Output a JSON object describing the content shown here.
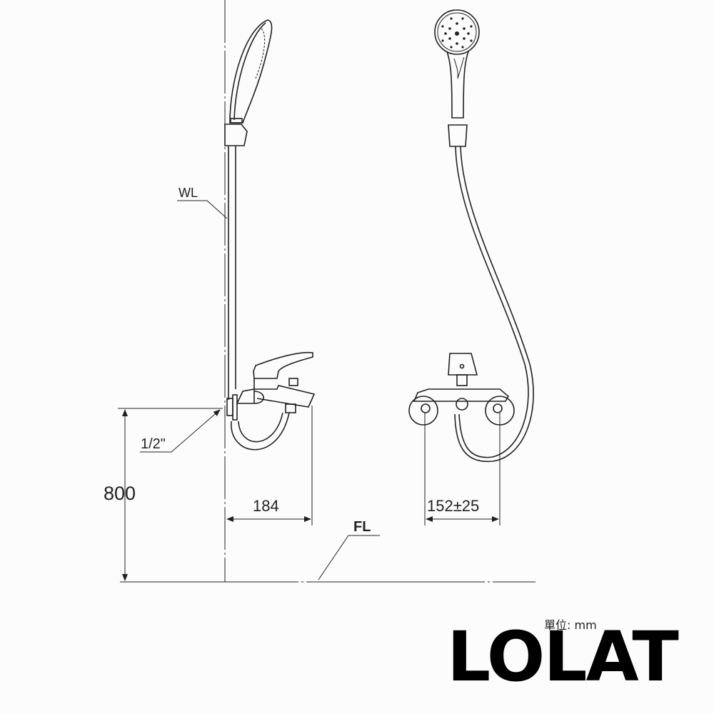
{
  "labels": {
    "wall_level": "WL",
    "pipe_size": "1/2\"",
    "height": "800",
    "projection": "184",
    "floor_level": "FL",
    "centers": "152±25"
  },
  "units": "單位: mm",
  "brand": "LOLAT",
  "colors": {
    "ink": "#231f20",
    "background": "#fcfcfc"
  }
}
